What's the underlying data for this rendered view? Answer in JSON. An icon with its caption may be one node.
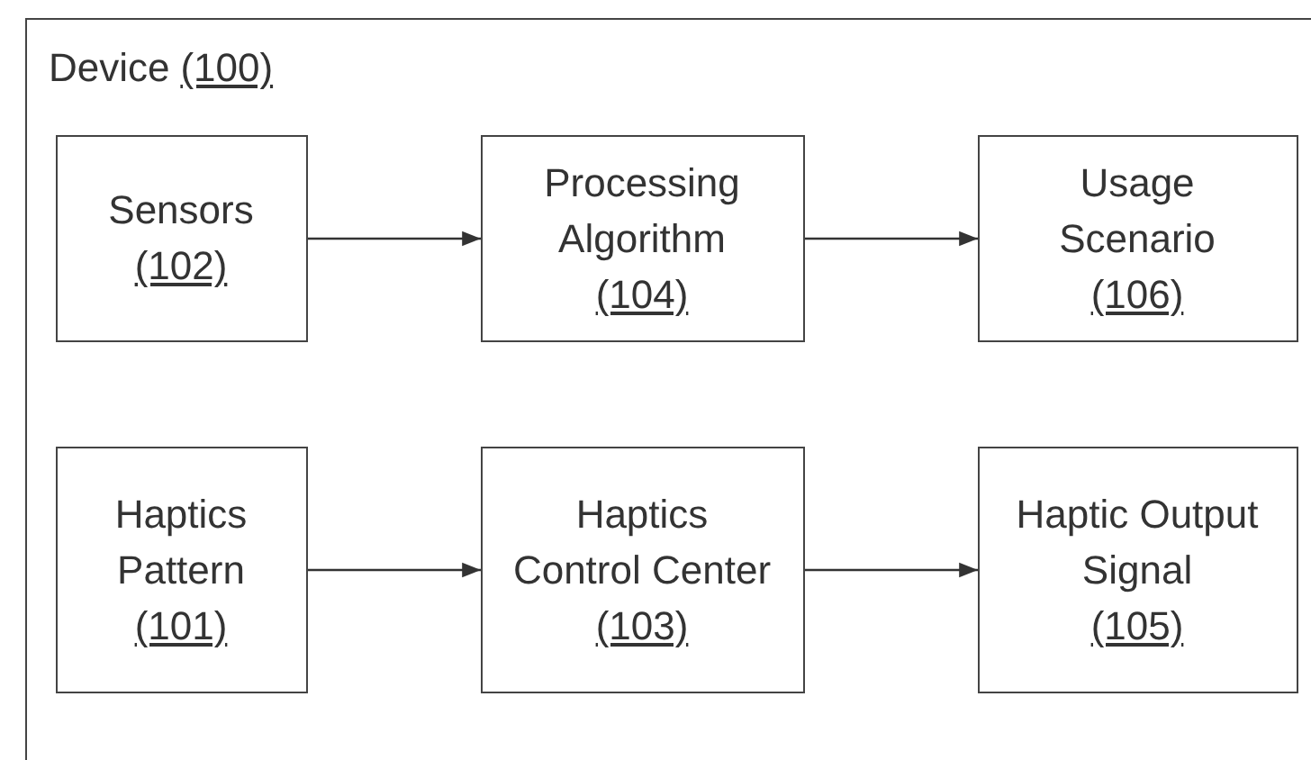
{
  "diagram": {
    "nodes": [
      {
        "text": [
          "Device",
          "(100)"
        ]
      },
      {
        "text": [
          "Sensors",
          "(102)"
        ],
        "in": 0
      },
      {
        "text": [
          "Processing Algorithm",
          "(104)"
        ],
        "in": 0
      },
      {
        "text": [
          "Usage Scenario",
          "(106)"
        ],
        "in": 0
      },
      {
        "text": [
          "Haptics Pattern",
          "(101)"
        ],
        "in": 0
      },
      {
        "text": [
          "Haptics Control Center",
          "(103)"
        ],
        "in": 0
      },
      {
        "text": [
          "Haptic Output Signal",
          "(105)"
        ],
        "in": 0
      }
    ],
    "edges": [
      {
        "from": 1,
        "to": 2,
        "arrow": "to"
      },
      {
        "from": 2,
        "to": 3,
        "arrow": "to"
      },
      {
        "from": 4,
        "to": 5,
        "arrow": "to"
      },
      {
        "from": 5,
        "to": 6,
        "arrow": "to"
      }
    ]
  }
}
